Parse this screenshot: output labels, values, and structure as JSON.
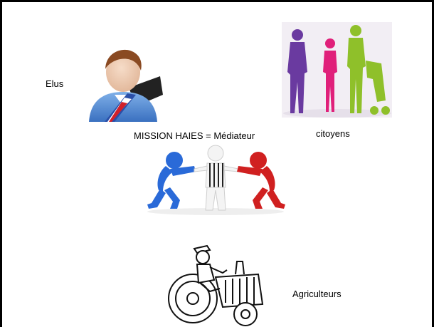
{
  "labels": {
    "elus": "Elus",
    "citoyens": "citoyens",
    "mission": "MISSION HAIES = Médiateur",
    "agriculteurs": "Agriculteurs"
  },
  "icons": {
    "elected_official": "elected-official-icon",
    "citizens": "citizens-silhouettes-icon",
    "mediator": "mediator-referee-icon",
    "farmer": "farmer-tractor-icon"
  },
  "colors": {
    "sash_blue": "#2a4fa8",
    "sash_red": "#d0202a",
    "citizen_purple": "#6a3aa0",
    "citizen_pink": "#e0207a",
    "citizen_green": "#8fc02a",
    "fighter_blue": "#2a6ad8",
    "fighter_red": "#d02020"
  }
}
